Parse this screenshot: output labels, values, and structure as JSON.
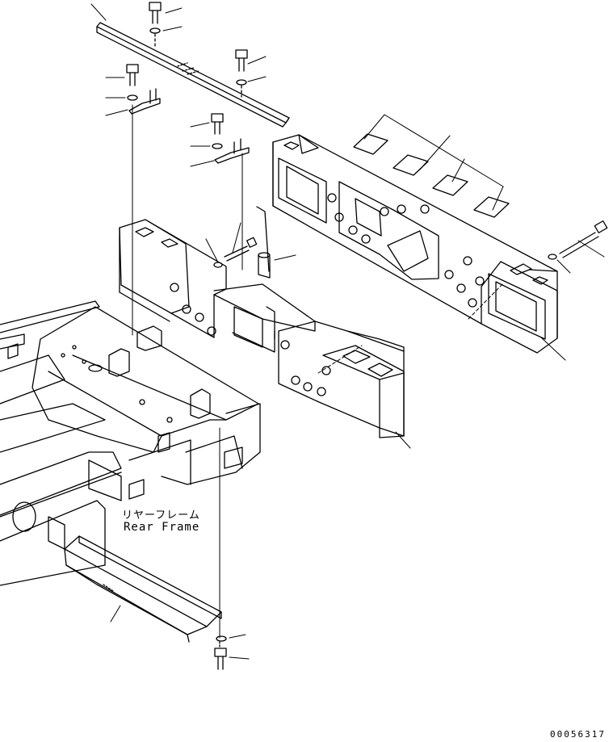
{
  "labels": {
    "caption_ja": "リヤーフレーム",
    "caption_en": "Rear Frame",
    "drawing_number": "00056317"
  }
}
